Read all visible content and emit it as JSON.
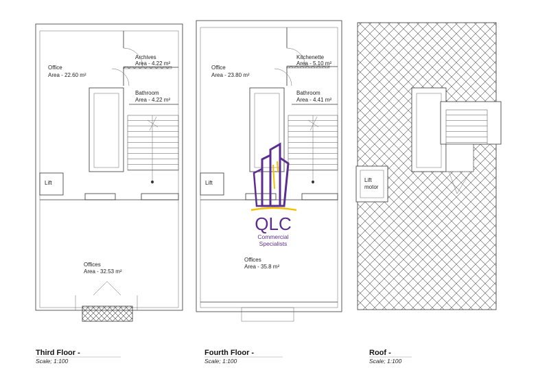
{
  "floors": [
    {
      "title": "Third Floor -",
      "scale": "Scale; 1:100",
      "rooms": {
        "office": {
          "name": "Office",
          "area": "Area - 22.60 m²"
        },
        "archives": {
          "name": "Archives",
          "area": "Area - 4.22 m²"
        },
        "bathroom": {
          "name": "Bathroom",
          "area": "Area - 4.22 m²"
        },
        "lift": {
          "name": "Lift"
        },
        "offices": {
          "name": "Offices",
          "area": "Area - 32.53 m²"
        }
      }
    },
    {
      "title": "Fourth Floor -",
      "scale": "Scale; 1:100",
      "rooms": {
        "office": {
          "name": "Office",
          "area": "Area - 23.80 m²"
        },
        "kitchenette": {
          "name": "Kitchenette",
          "area": "Area - 5.10 m²"
        },
        "bathroom": {
          "name": "Bathroom",
          "area": "Area - 4.41 m²"
        },
        "lift": {
          "name": "Lift"
        },
        "offices": {
          "name": "Offices",
          "area": "Area - 35.8 m²"
        }
      }
    },
    {
      "title": "Roof -",
      "scale": "Scale; 1:100",
      "rooms": {
        "lift_motor_line1": "Lift",
        "lift_motor_line2": "motor"
      }
    }
  ],
  "logo": {
    "letters": "QLC",
    "line1": "Commercial",
    "line2": "Specialists",
    "colors": {
      "purple": "#5b2d91",
      "yellow": "#f2c200"
    }
  }
}
